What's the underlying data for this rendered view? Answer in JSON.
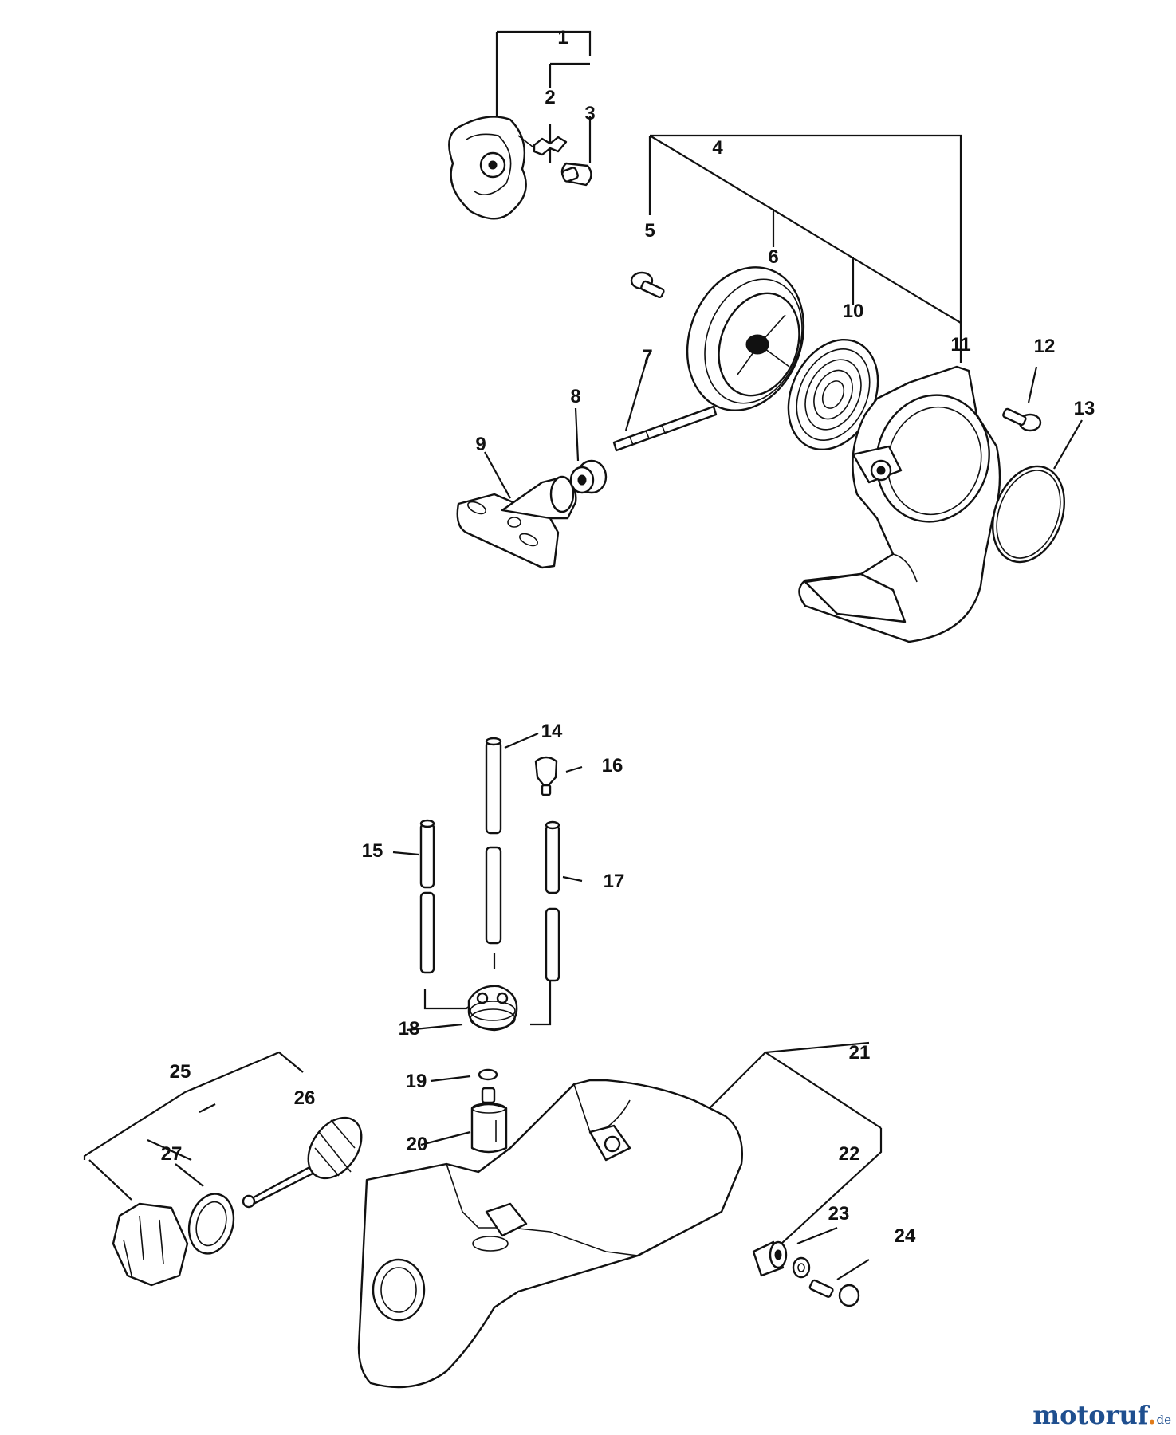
{
  "callouts": [
    {
      "id": "1",
      "label": "1"
    },
    {
      "id": "2",
      "label": "2"
    },
    {
      "id": "3",
      "label": "3"
    },
    {
      "id": "4",
      "label": "4"
    },
    {
      "id": "5",
      "label": "5"
    },
    {
      "id": "6",
      "label": "6"
    },
    {
      "id": "7",
      "label": "7"
    },
    {
      "id": "8",
      "label": "8"
    },
    {
      "id": "9",
      "label": "9"
    },
    {
      "id": "10",
      "label": "10"
    },
    {
      "id": "11",
      "label": "11"
    },
    {
      "id": "12",
      "label": "12"
    },
    {
      "id": "13",
      "label": "13"
    },
    {
      "id": "14",
      "label": "14"
    },
    {
      "id": "15",
      "label": "15"
    },
    {
      "id": "16",
      "label": "16"
    },
    {
      "id": "17",
      "label": "17"
    },
    {
      "id": "18",
      "label": "18"
    },
    {
      "id": "19",
      "label": "19"
    },
    {
      "id": "20",
      "label": "20"
    },
    {
      "id": "21",
      "label": "21"
    },
    {
      "id": "22",
      "label": "22"
    },
    {
      "id": "23",
      "label": "23"
    },
    {
      "id": "24",
      "label": "24"
    },
    {
      "id": "25",
      "label": "25"
    },
    {
      "id": "26",
      "label": "26"
    },
    {
      "id": "27",
      "label": "27"
    }
  ],
  "watermark": {
    "main": "motoruf",
    "tld": "de"
  },
  "colors": {
    "line": "#111111",
    "watermark_blue": "#1f4f8f",
    "watermark_orange": "#e07b1a"
  }
}
